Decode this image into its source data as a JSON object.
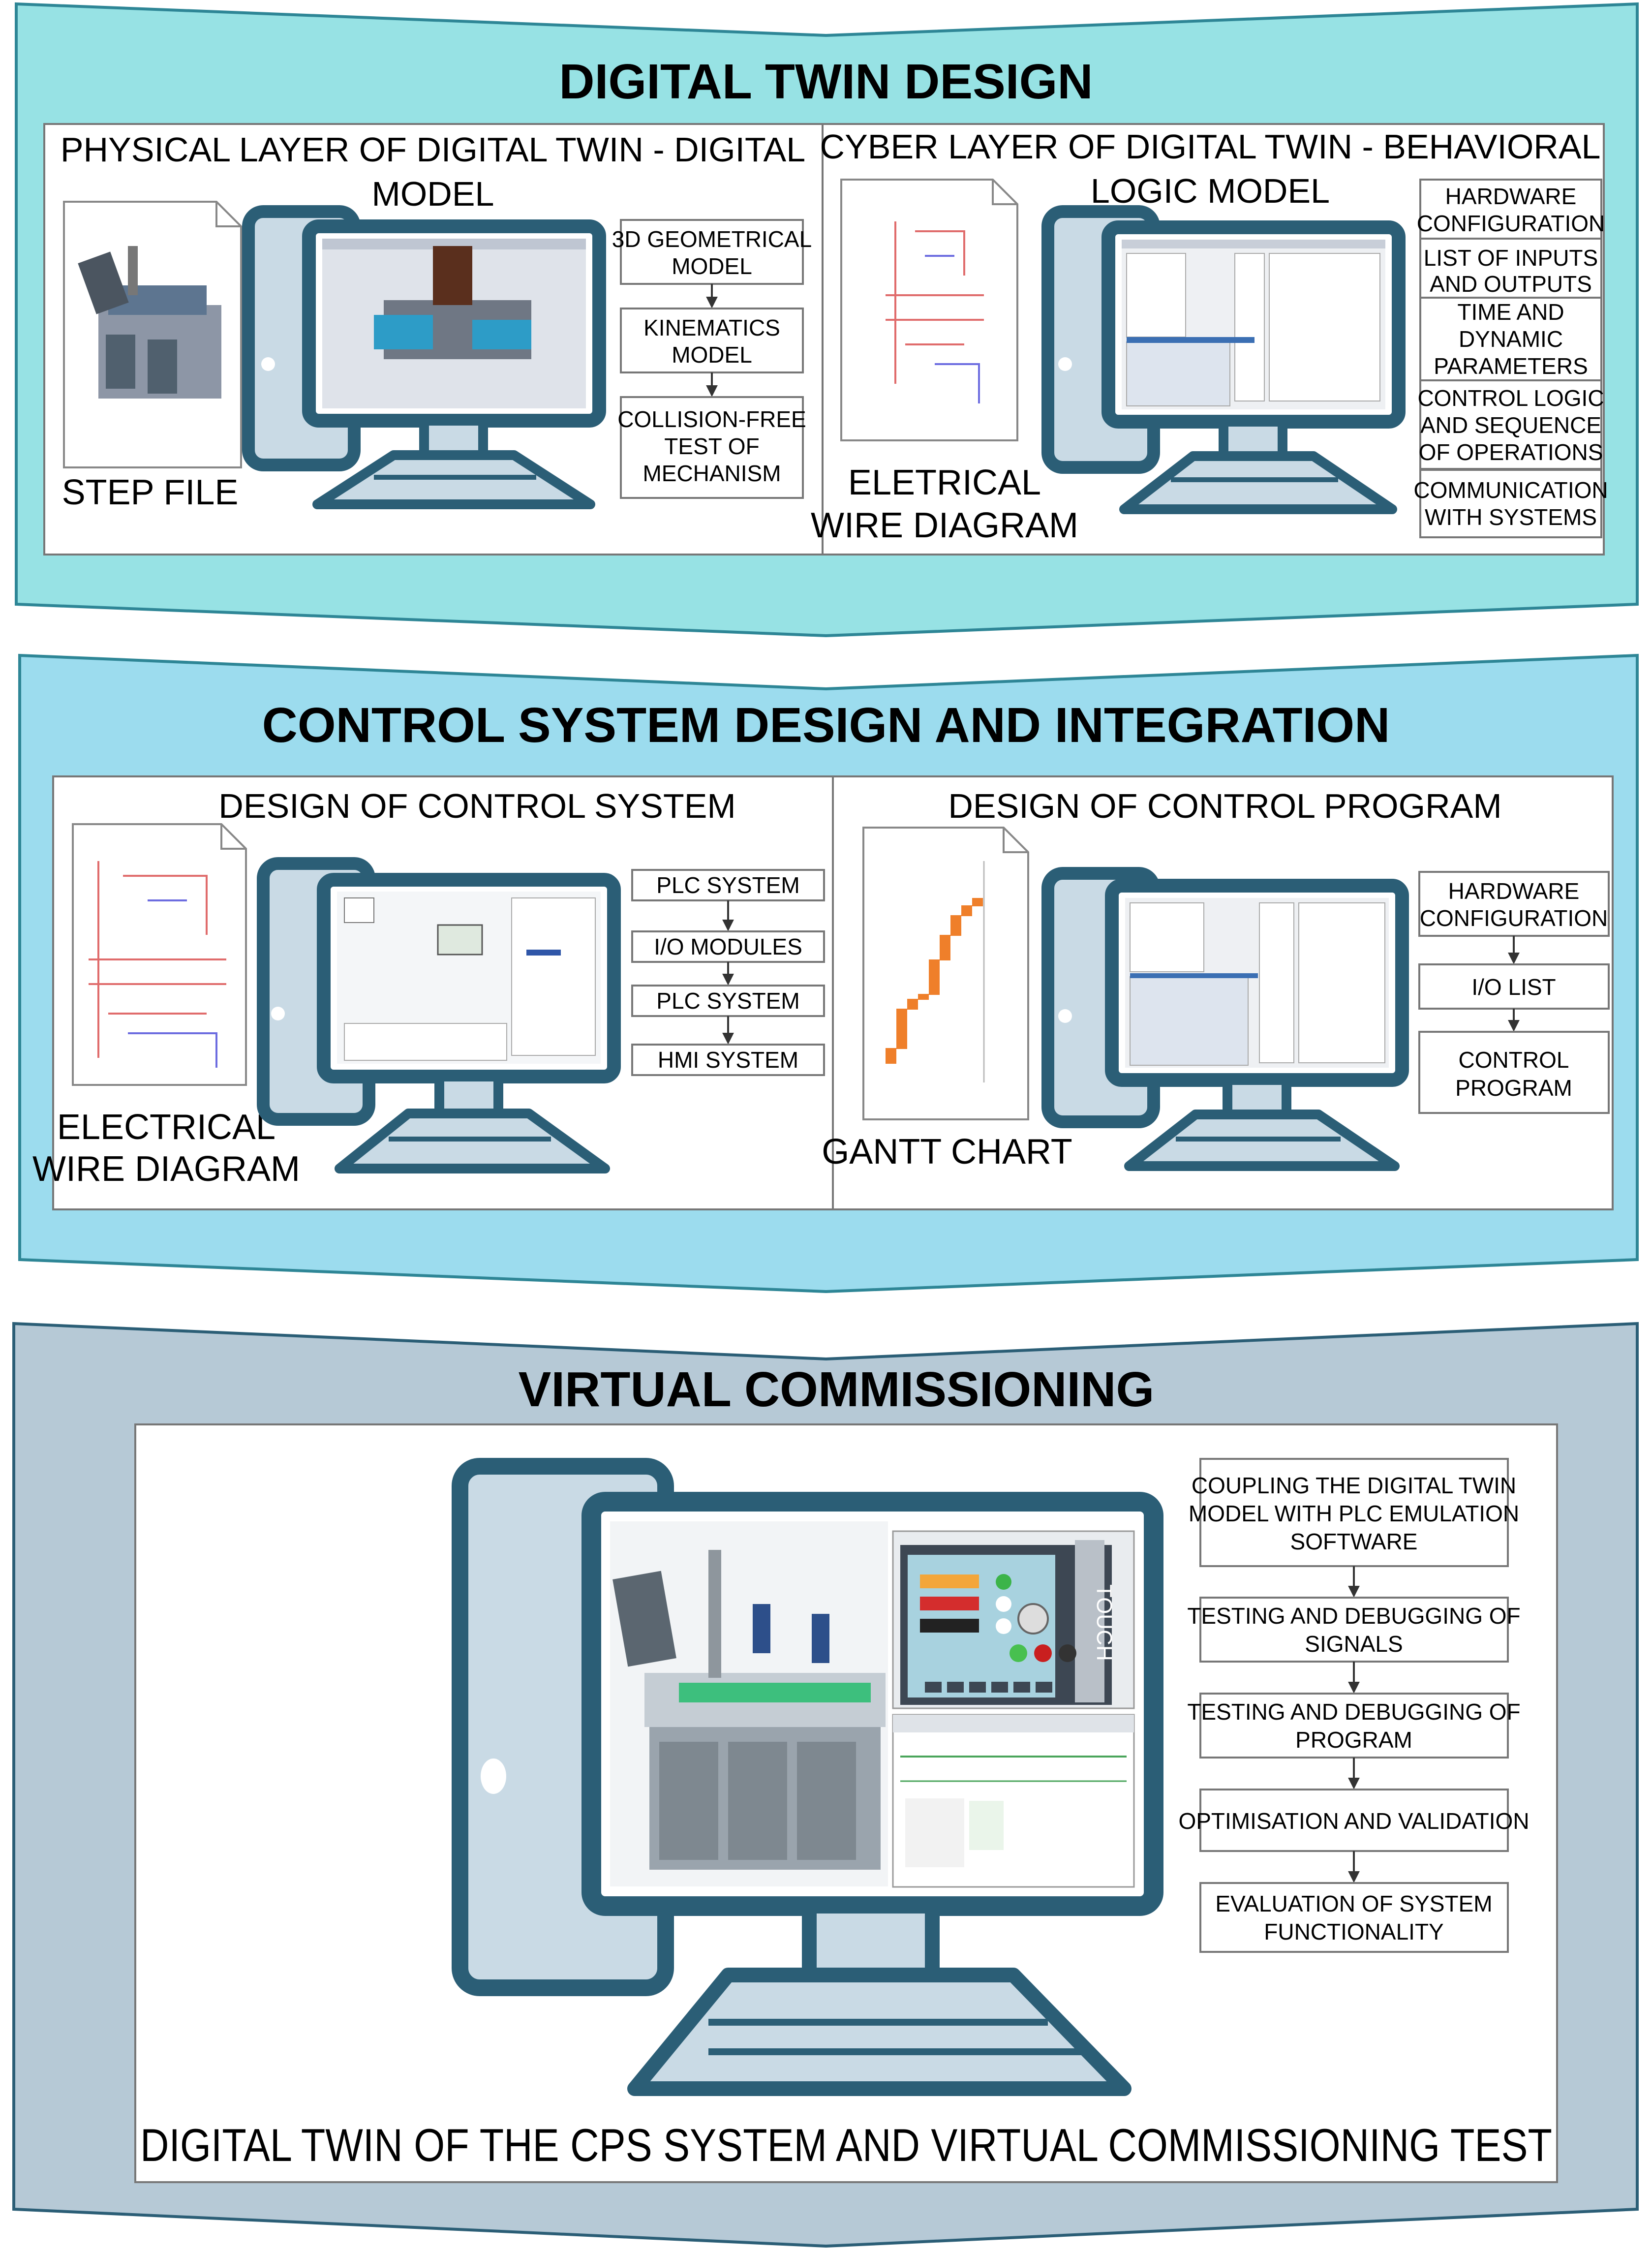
{
  "sections": {
    "digital_twin_design": {
      "title": "DIGITAL TWIN DESIGN",
      "physical": {
        "title_line1": "PHYSICAL LAYER OF DIGITAL TWIN - DIGITAL",
        "title_line2": "MODEL",
        "file_label": "STEP FILE",
        "steps": [
          {
            "line1": "3D GEOMETRICAL",
            "line2": "MODEL"
          },
          {
            "line1": "KINEMATICS",
            "line2": "MODEL"
          },
          {
            "line1": "COLLISION-FREE",
            "line2": "TEST OF",
            "line3": "MECHANISM"
          }
        ]
      },
      "cyber": {
        "title_line1": "CYBER LAYER OF DIGITAL TWIN - BEHAVIORAL",
        "title_line2": "LOGIC MODEL",
        "file_label_line1": "ELETRICAL",
        "file_label_line2": "WIRE DIAGRAM",
        "items": [
          {
            "line1": "HARDWARE",
            "line2": "CONFIGURATION"
          },
          {
            "line1": "LIST OF INPUTS",
            "line2": "AND OUTPUTS"
          },
          {
            "line1": "TIME AND",
            "line2": "DYNAMIC",
            "line3": "PARAMETERS"
          },
          {
            "line1": "CONTROL LOGIC",
            "line2": "AND SEQUENCE",
            "line3": "OF OPERATIONS"
          },
          {
            "line1": "COMMUNICATION",
            "line2": "WITH SYSTEMS"
          }
        ]
      }
    },
    "control_system": {
      "title": "CONTROL SYSTEM DESIGN AND INTEGRATION",
      "system": {
        "title": "DESIGN OF CONTROL SYSTEM",
        "file_label_line1": "ELECTRICAL",
        "file_label_line2": "WIRE DIAGRAM",
        "steps": [
          "PLC SYSTEM",
          "I/O MODULES",
          "PLC SYSTEM",
          "HMI SYSTEM"
        ]
      },
      "program": {
        "title": "DESIGN OF CONTROL PROGRAM",
        "file_label": "GANTT CHART",
        "steps": [
          {
            "line1": "HARDWARE",
            "line2": "CONFIGURATION"
          },
          {
            "line1": "I/O LIST"
          },
          {
            "line1": "CONTROL",
            "line2": "PROGRAM"
          }
        ]
      }
    },
    "virtual_commissioning": {
      "title": "VIRTUAL COMMISSIONING",
      "steps": [
        {
          "line1": "COUPLING THE DIGITAL TWIN",
          "line2": "MODEL WITH PLC EMULATION",
          "line3": "SOFTWARE"
        },
        {
          "line1": "TESTING AND DEBUGGING OF",
          "line2": "SIGNALS"
        },
        {
          "line1": "TESTING AND DEBUGGING OF",
          "line2": "PROGRAM"
        },
        {
          "line1": "OPTIMISATION AND VALIDATION"
        },
        {
          "line1": "EVALUATION OF SYSTEM",
          "line2": "FUNCTIONALITY"
        }
      ],
      "footer": "DIGITAL TWIN OF THE CPS SYSTEM AND VIRTUAL COMMISSIONING TEST",
      "hmi_brand": "TOUCH"
    }
  },
  "colors": {
    "band1": "#97e2e4",
    "band2": "#9cdcee",
    "band3": "#b6c9d6",
    "band_border": "#2e8696",
    "monitor": "#2b5e76",
    "monitor_fill": "#c9dae5"
  }
}
